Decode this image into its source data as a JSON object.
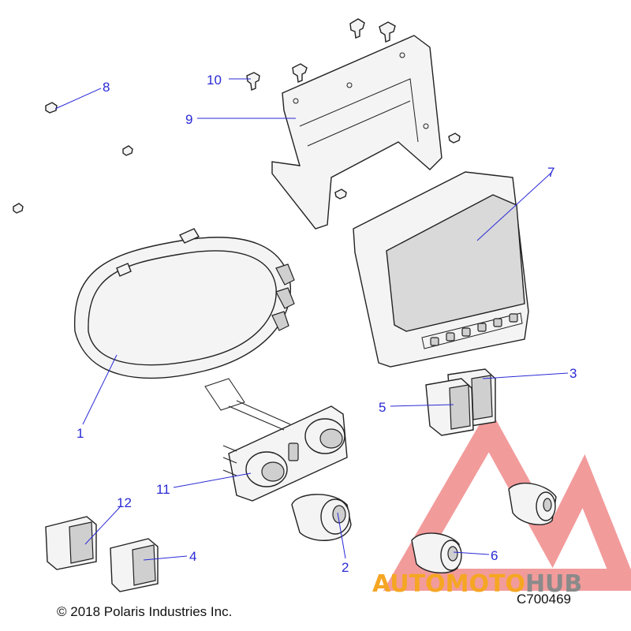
{
  "copyright": "© 2018 Polaris Industries Inc.",
  "figure_code": "C700469",
  "watermark": {
    "part1": "AUTO",
    "part2": "MOTO",
    "part3": "HUB",
    "color_orange": "#f5a623",
    "color_red": "#e83a3a",
    "color_gray": "#8a8a8a"
  },
  "callouts": {
    "c1": "1",
    "c2": "2",
    "c3": "3",
    "c4": "4",
    "c5": "5",
    "c6": "6",
    "c7": "7",
    "c8": "8",
    "c9": "9",
    "c10": "10",
    "c11": "11",
    "c12": "12"
  },
  "colors": {
    "callout_blue": "#2a2ad6"
  }
}
